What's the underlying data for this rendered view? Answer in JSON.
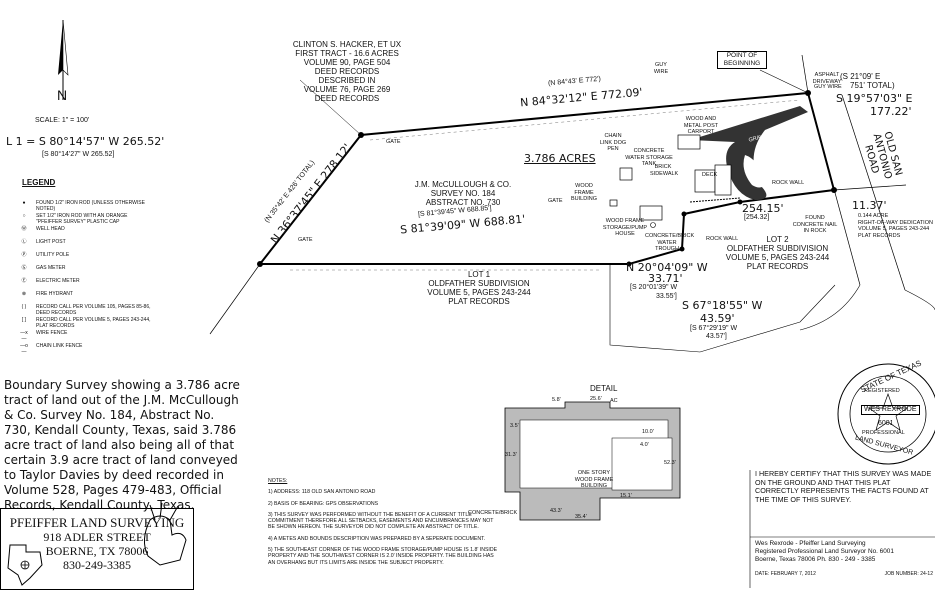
{
  "header": {
    "north_label": "N",
    "scale": "SCALE: 1\" = 100'",
    "l1_call": "L 1 = S 80°14'57\" W   265.52'",
    "l1_record": "[S 80°14'27\" W   265.52]"
  },
  "tract_note": [
    "CLINTON S. HACKER, ET UX",
    "FIRST TRACT - 16.6 ACRES",
    "VOLUME 90, PAGE 504",
    "DEED RECORDS",
    "DESCRIBED IN",
    "VOLUME 76, PAGE 269",
    "DEED RECORDS"
  ],
  "pob": [
    "POINT OF",
    "BEGINNING"
  ],
  "bearings": {
    "north_line": "N 84°32'12\" E   772.09'",
    "north_record": "(N 84°43' E   772')",
    "east_record": "(S 21°09' E",
    "east_record2": "751' TOTAL)",
    "east_line": "S 19°57'03\" E",
    "east_dist": "177.22'",
    "west_record": "(N 35°42' E  426' TOTAL)",
    "west_line": "N 36°37'45\" E  278.12'",
    "south_record": "[S 81°39'45\" W   688.85']",
    "south_line": "S 81°39'09\" W   688.81'",
    "call_254": "254.15'",
    "call_254_rec": "[254.32]",
    "call_1137": "11.37'",
    "call_n20": "N 20°04'09\" W",
    "call_n20_dist": "33.71'",
    "call_n20_rec": "[S 20°01'39\" W",
    "call_n20_rec2": "33.55']",
    "call_s67": "S 67°18'55\" W",
    "call_s67_dist": "43.59'",
    "call_s67_rec": "[S 67°29'19\" W",
    "call_s67_rec2": "43.57']"
  },
  "acreage": "3.786 ACRES",
  "mccullough": [
    "J.M. McCULLOUGH & CO.",
    "SURVEY NO. 184",
    "ABSTRACT NO. 730"
  ],
  "lot1": [
    "LOT 1",
    "OLDFATHER SUBDIVISION",
    "VOLUME 5, PAGES 243-244",
    "PLAT RECORDS"
  ],
  "lot2": [
    "LOT 2",
    "OLDFATHER SUBDIVISION",
    "VOLUME 5, PAGES 243-244",
    "PLAT RECORDS"
  ],
  "road": [
    "OLD SAN",
    "ANTONIO",
    "ROAD"
  ],
  "row_note": [
    "0.144 ACRE",
    "RIGHT-OF-WAY DEDICATION",
    "VOLUME 5, PAGES 243-244",
    "PLAT RECORDS"
  ],
  "small_labels": {
    "gate1": "GATE",
    "gate2": "GATE",
    "gate3": "GATE",
    "guy_wire1": "GUY WIRE",
    "guy_wire2": "GUY WIRE",
    "asphalt": "ASPHALT DRIVEWAY",
    "carport": "WOOD AND METAL POST CARPORT",
    "dogpen": "CHAIN LINK DOG PEN",
    "tank": "CONCRETE WATER STORAGE TANK",
    "brick": "BRICK SIDEWALK",
    "deck": "DECK",
    "rock_wall1": "ROCK WALL",
    "rock_wall2": "ROCK WALL",
    "wood_frame": "WOOD FRAME BUILDING",
    "pump_house": "WOOD FRAME STORAGE/PUMP HOUSE",
    "trough": "CONCRETE/BRICK WATER TROUGH",
    "found_nail": "FOUND CONCRETE NAIL IN ROCK",
    "gravel": "GRAVEL DRIVEWAY"
  },
  "legend": {
    "title": "LEGEND",
    "items": [
      {
        "sym": "●",
        "text": "FOUND 1/2\" IRON ROD (UNLESS OTHERWISE NOTED)"
      },
      {
        "sym": "○",
        "text": "SET 1/2\" IRON ROD WITH AN ORANGE \"PFEIFFER SURVEY\" PLASTIC CAP"
      },
      {
        "sym": "Ⓦ",
        "text": "WELL HEAD"
      },
      {
        "sym": "Ⓛ",
        "text": "LIGHT POST"
      },
      {
        "sym": "Ⓟ",
        "text": "UTILITY POLE"
      },
      {
        "sym": "Ⓖ",
        "text": "GAS METER"
      },
      {
        "sym": "Ⓔ",
        "text": "ELECTRIC METER"
      },
      {
        "sym": "⊗",
        "text": "FIRE HYDRANT"
      },
      {
        "sym": "( )",
        "text": "RECORD CALL PER VOLUME 105, PAGES 85-86, DEED RECORDS"
      },
      {
        "sym": "[ ]",
        "text": "RECORD CALL PER VOLUME 5, PAGES 243-244, PLAT RECORDS"
      },
      {
        "sym": "—x—",
        "text": "WIRE FENCE"
      },
      {
        "sym": "—o—",
        "text": "CHAIN LINK FENCE"
      }
    ]
  },
  "description": "Boundary Survey showing a 3.786 acre tract of land out of the J.M. McCullough & Co. Survey No. 184, Abstract No. 730, Kendall County, Texas, said 3.786 acre tract of land also being all of that certain 3.9 acre tract of land conveyed to Taylor Davies by deed recorded in Volume 528, Pages 479-483, Official Records, Kendall County, Texas.",
  "firm": {
    "name": "PFEIFFER LAND SURVEYING",
    "street": "918 ADLER STREET",
    "city": "BOERNE, TX 78006",
    "phone": "830-249-3385"
  },
  "notes": {
    "title": "NOTES:",
    "items": [
      "1) ADDRESS: 118 OLD SAN ANTONIO ROAD",
      "2) BASIS OF BEARING: GPS OBSERVATIONS",
      "3) THIS SURVEY WAS PERFORMED WITHOUT THE BENEFIT OF A CURRENT TITLE COMMITMENT THEREFORE ALL SETBACKS, EASEMENTS AND ENCUMBRANCES MAY NOT BE SHOWN HEREON. THE SURVEYOR DID NOT COMPLETE AN ABSTRACT OF TITLE.",
      "4) A METES AND BOUNDS DESCRIPTION WAS PREPARED BY A SEPERATE DOCUMENT.",
      "5) THE SOUTHEAST CORNER OF THE WOOD FRAME STORAGE/PUMP HOUSE IS 1.8' INSIDE PROPERTY AND THE SOUTHWEST CORNER IS 2.0' INSIDE PROPERTY. THE BUILDING HAS AN OVERHANG BUT ITS LIMITS ARE INSIDE THE SUBJECT PROPERTY."
    ]
  },
  "detail": {
    "title": "DETAIL",
    "building": [
      "ONE STORY",
      "WOOD FRAME",
      "BUILDING"
    ],
    "concrete": "CONCRETE/BRICK",
    "dims": [
      "5.8'",
      "25.6'",
      "3.5'",
      "10.0'",
      "4.0'",
      "31.3'",
      "52.3'",
      "15.1'",
      "43.3'",
      "35.4'",
      "AC"
    ]
  },
  "seal": {
    "state": "STATE OF TEXAS",
    "registered": "REGISTERED",
    "name": "WES REXRODE",
    "number": "6001",
    "professional": "PROFESSIONAL",
    "land_surveyor": "LAND SURVEYOR"
  },
  "certification": "I HEREBY CERTIFY THAT THIS SURVEY WAS MADE ON THE GROUND AND THAT THIS PLAT CORRECTLY REPRESENTS THE FACTS FOUND AT THE TIME OF THIS SURVEY.",
  "signature": {
    "line1": "Wes Rexrode - Pfeiffer Land Surveying",
    "line2": "Registered Professional Land Surveyor No. 6001",
    "line3": "Boerne, Texas 78006   Ph. 830 - 249 - 3385",
    "date": "DATE: FEBRUARY 7, 2012",
    "job": "JOB NUMBER: 24-12"
  }
}
